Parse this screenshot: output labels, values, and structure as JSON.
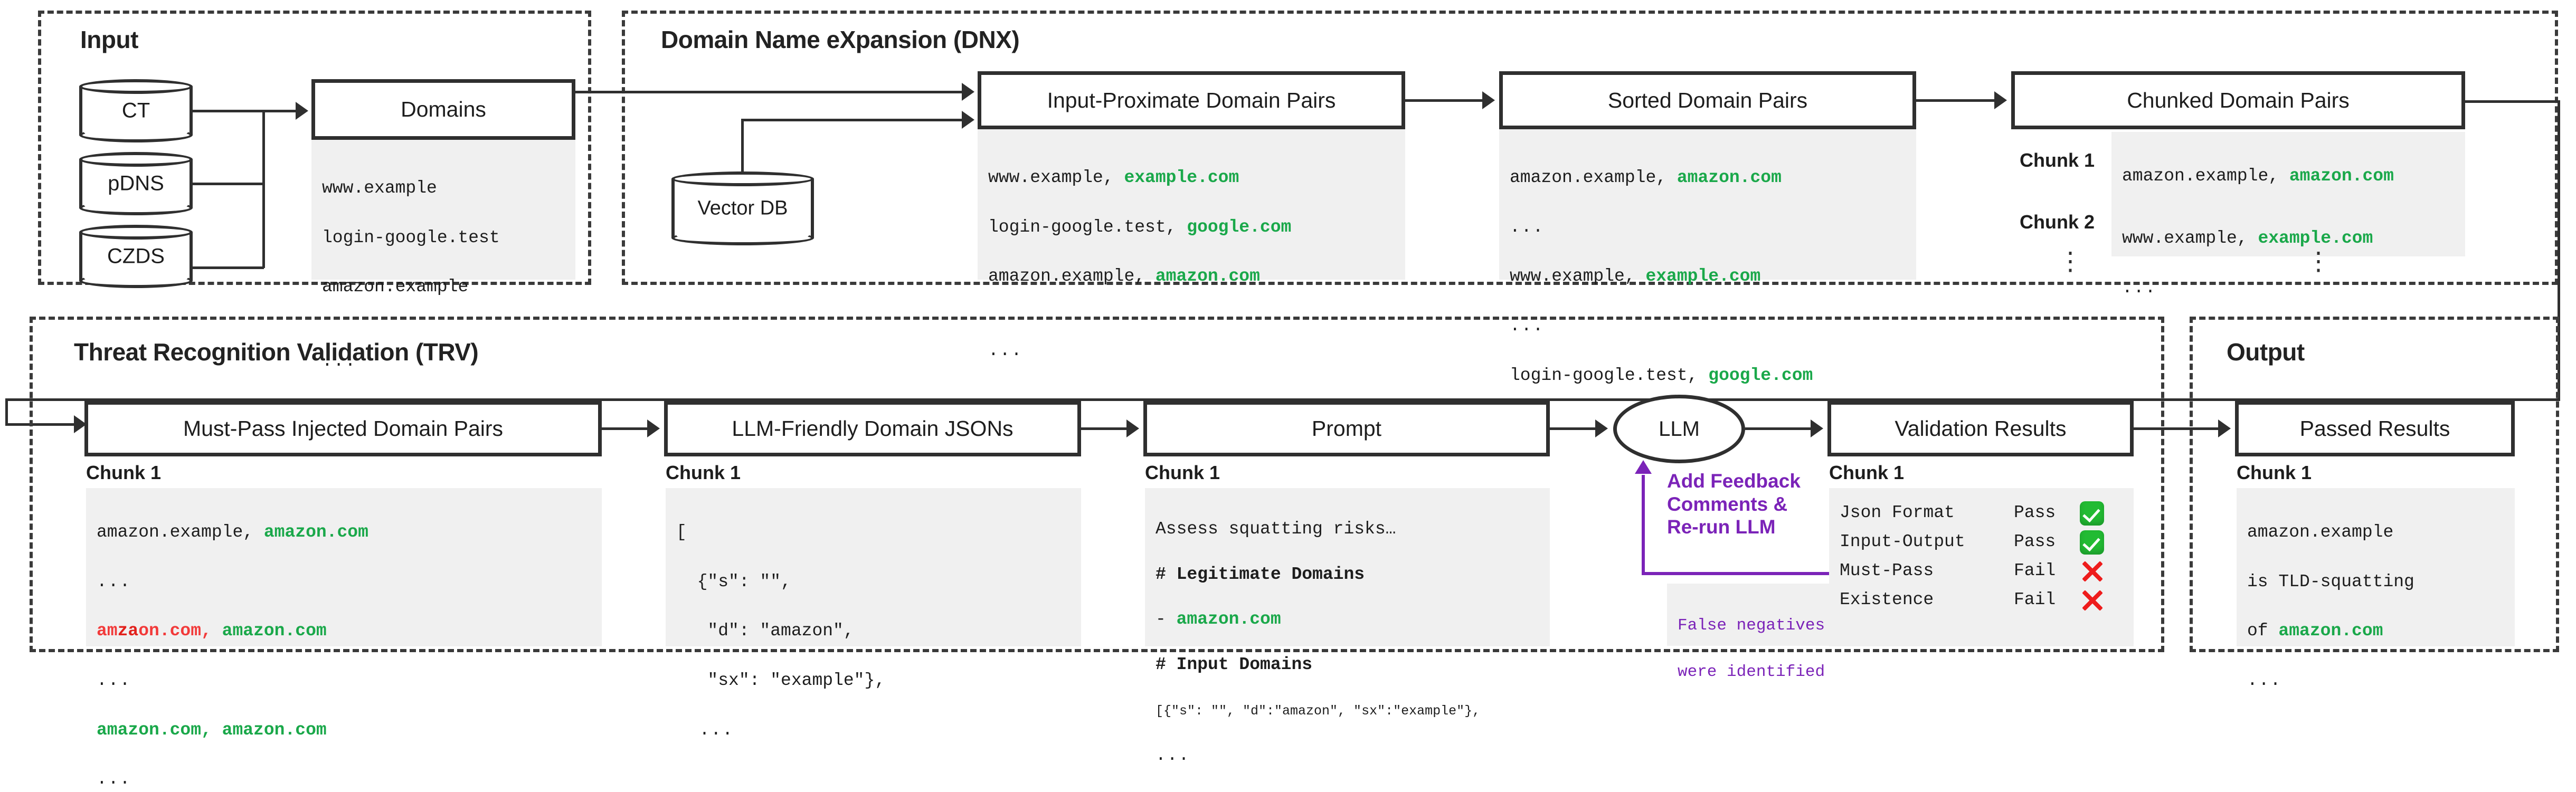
{
  "stages": {
    "input": {
      "title": "Input"
    },
    "dnx": {
      "title": "Domain Name eXpansion (DNX)"
    },
    "trv": {
      "title": "Threat Recognition Validation (TRV)"
    },
    "output": {
      "title": "Output"
    }
  },
  "sources": [
    {
      "label": "CT",
      "icon": "database-icon"
    },
    {
      "label": "pDNS",
      "icon": "database-icon"
    },
    {
      "label": "CZDS",
      "icon": "database-icon"
    }
  ],
  "vector_db": {
    "label": "Vector DB",
    "icon": "database-icon"
  },
  "nodes": {
    "domains": {
      "title": "Domains"
    },
    "input_proximate": {
      "title": "Input-Proximate Domain Pairs"
    },
    "sorted": {
      "title": "Sorted Domain Pairs"
    },
    "chunked": {
      "title": "Chunked Domain Pairs"
    },
    "must_pass": {
      "title": "Must-Pass Injected Domain Pairs"
    },
    "llm_json": {
      "title": "LLM-Friendly Domain JSONs"
    },
    "prompt": {
      "title": "Prompt"
    },
    "llm": {
      "title": "LLM"
    },
    "validation": {
      "title": "Validation Results"
    },
    "passed": {
      "title": "Passed Results"
    }
  },
  "domains_panel": {
    "lines": [
      "www.example",
      "login-google.test",
      "amazon.example",
      "..."
    ]
  },
  "input_proximate_panel": {
    "lines": [
      {
        "left": "www.example, ",
        "right": "example.com"
      },
      {
        "left": "login-google.test, ",
        "right": "google.com"
      },
      {
        "left": "amazon.example, ",
        "right": "amazon.com"
      },
      {
        "left": "...",
        "right": ""
      }
    ]
  },
  "sorted_panel": {
    "lines": [
      {
        "left": "amazon.example, ",
        "right": "amazon.com"
      },
      {
        "left": "...",
        "right": ""
      },
      {
        "left": "www.example, ",
        "right": "example.com"
      },
      {
        "left": "...",
        "right": ""
      },
      {
        "left": "login-google.test, ",
        "right": "google.com"
      }
    ]
  },
  "chunked_panel": {
    "chunks": [
      {
        "label": "Chunk 1",
        "left": "amazon.example, ",
        "right": "amazon.com",
        "more": "..."
      },
      {
        "label": "Chunk 2",
        "left": "www.example, ",
        "right": "example.com",
        "more": "..."
      }
    ],
    "vertical_dots": "⋮"
  },
  "must_pass_panel": {
    "chunk_label": "Chunk 1",
    "lines": [
      {
        "kind": "pair",
        "left": "amazon.example, ",
        "right": "amazon.com",
        "left_color": "normal"
      },
      {
        "kind": "dots",
        "text": "..."
      },
      {
        "kind": "pair_red",
        "left_a": "am",
        "left_b": "za",
        "left_c": "on.com, ",
        "right": "amazon.com"
      },
      {
        "kind": "dots",
        "text": "..."
      },
      {
        "kind": "pair",
        "left": "amazon.com, ",
        "right": "amazon.com",
        "left_color": "green"
      },
      {
        "kind": "dots",
        "text": "..."
      }
    ]
  },
  "llm_json_panel": {
    "chunk_label": "Chunk 1",
    "lines": [
      "[",
      "  {\"s\": \"\",",
      "   \"d\": \"amazon\",",
      "   \"sx\": \"example\"},",
      "  ..."
    ]
  },
  "prompt_panel": {
    "chunk_label": "Chunk 1",
    "line1": "Assess squatting risks…",
    "heading1": "# Legitimate Domains",
    "bullet_prefix": "- ",
    "bullet_value": "amazon.com",
    "heading2": "# Input Domains",
    "json_line": "[{\"s\": \"\", \"d\":\"amazon\", \"sx\":\"example\"},",
    "more": "..."
  },
  "feedback": {
    "label": "Add Feedback\nComments &\nRe-run LLM",
    "note_line1": "False negatives",
    "note_line2": "were identified",
    "color": "#7b23b8"
  },
  "validation_panel": {
    "chunk_label": "Chunk 1",
    "rows": [
      {
        "name": "Json Format",
        "result": "Pass",
        "status": "pass"
      },
      {
        "name": "Input-Output",
        "result": "Pass",
        "status": "pass"
      },
      {
        "name": "Must-Pass",
        "result": "Fail",
        "status": "fail"
      },
      {
        "name": "Existence",
        "result": "Fail",
        "status": "fail"
      }
    ]
  },
  "passed_panel": {
    "chunk_label": "Chunk 1",
    "line1": "amazon.example",
    "line2": "is TLD-squatting",
    "line3_prefix": "of ",
    "line3_value": "amazon.com",
    "more": "..."
  },
  "colors": {
    "ink": "#2f2f2f",
    "green": "#1aa84a",
    "red": "#f23a3a",
    "purple": "#7b23b8",
    "panel_bg": "#f0f0f0"
  }
}
